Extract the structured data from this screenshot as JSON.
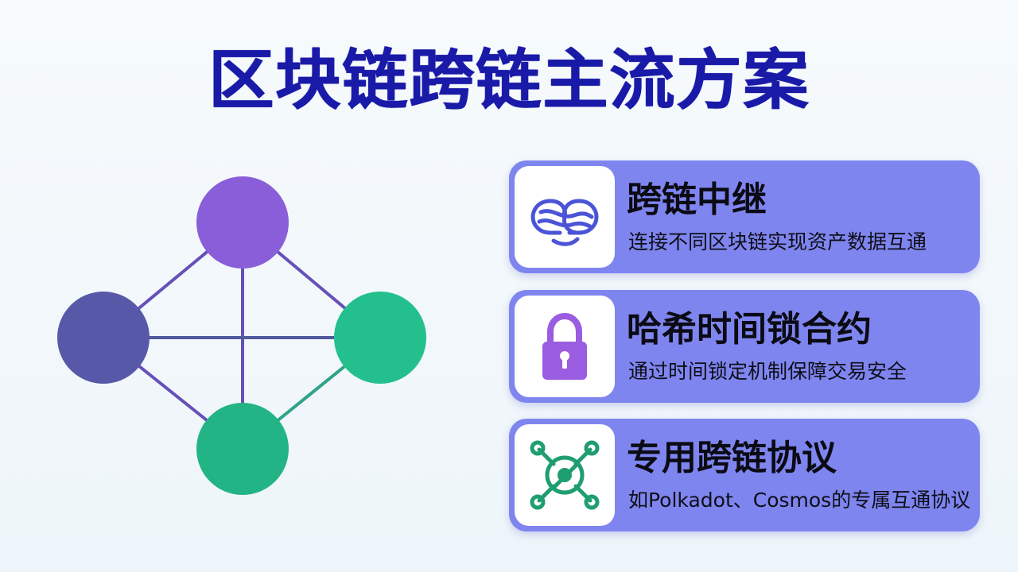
{
  "title": "区块链跨链主流方案",
  "network": {
    "nodes": [
      {
        "id": "top",
        "color": "#8a5ed9"
      },
      {
        "id": "left",
        "color": "#5858a8"
      },
      {
        "id": "right",
        "color": "#23c08e"
      },
      {
        "id": "bottom",
        "color": "#23b486"
      }
    ],
    "edges": [
      {
        "from": "top",
        "to": "left",
        "color": "#6650b8"
      },
      {
        "from": "top",
        "to": "right",
        "color": "#6650b8"
      },
      {
        "from": "top",
        "to": "bottom",
        "color": "#6650b8"
      },
      {
        "from": "left",
        "to": "right",
        "color": "#4f5a9c"
      },
      {
        "from": "left",
        "to": "bottom",
        "color": "#6650b8"
      },
      {
        "from": "right",
        "to": "bottom",
        "color": "#2fa38a"
      }
    ]
  },
  "cards": [
    {
      "title": "跨链中继",
      "description": "连接不同区块链实现资产数据互通",
      "icon": "relay-link-icon",
      "icon_color": "#4b54d6"
    },
    {
      "title": "哈希时间锁合约",
      "description": "通过时间锁定机制保障交易安全",
      "icon": "lock-icon",
      "icon_color": "#9a5ce0"
    },
    {
      "title": "专用跨链协议",
      "description": "如Polkadot、Cosmos的专属互通协议",
      "icon": "hub-network-icon",
      "icon_color": "#1f9e6f"
    }
  ],
  "colors": {
    "title": "#1a1aa8",
    "card_background": "#7f85ef",
    "icon_box": "#ffffff"
  }
}
